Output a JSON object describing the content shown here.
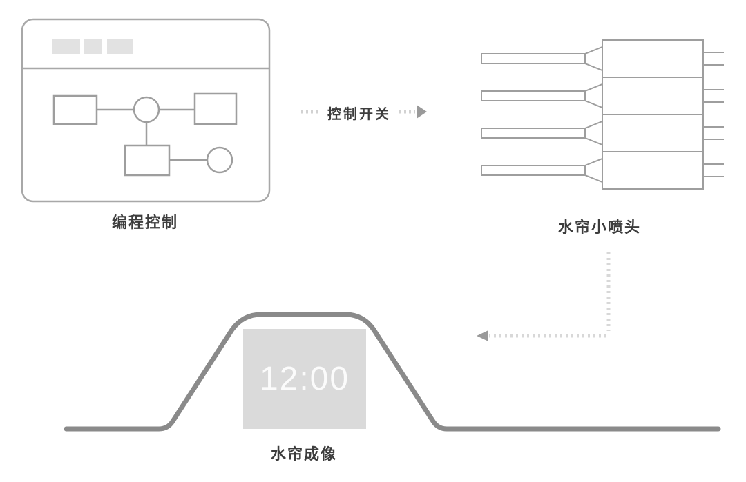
{
  "window": {
    "label": "编程控制"
  },
  "flow_arrow": {
    "label": "控制开关"
  },
  "nozzles": {
    "label": "水帘小喷头",
    "count": 4
  },
  "screen": {
    "time": "12:00",
    "label": "水帘成像"
  },
  "colors": {
    "outline_gray": "#9e9e9e",
    "window_border": "#a8a8a8",
    "menu_block_fill": "#e2e2e2",
    "arrow_dotted": "#d2d2d2",
    "arrow_head": "#9a9a9a",
    "mound_stroke": "#8a8a8a",
    "screen_fill": "#dadada",
    "time_text": "#fbfbfb",
    "label_text": "#3d3d3d"
  }
}
